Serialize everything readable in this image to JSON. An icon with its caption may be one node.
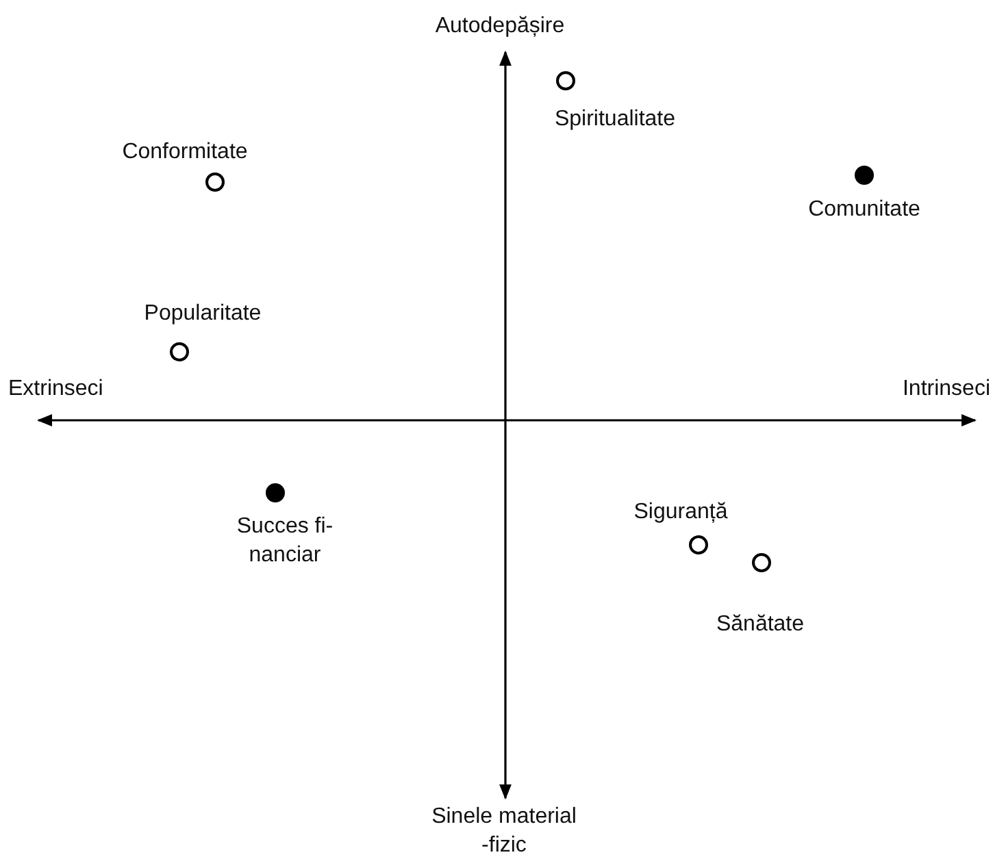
{
  "diagram": {
    "nodes": [
      {
        "text": [],
        "shape": "circle",
        "beside": [
          "Spiritualitate"
        ]
      },
      {
        "text": [],
        "shape": "circle",
        "beside": [
          "Conformitate"
        ]
      },
      {
        "text": [],
        "shape": "dot",
        "beside": [
          "Comunitate"
        ]
      },
      {
        "text": [],
        "shape": "circle",
        "beside": [
          "Popularitate"
        ]
      },
      {
        "text": [],
        "shape": "dot",
        "beside": [
          "Succes fi- nanciar"
        ]
      },
      {
        "text": [],
        "shape": "circle",
        "beside": [
          "Siguranță"
        ]
      },
      {
        "text": [],
        "shape": "circle",
        "beside": [
          "Sănătate"
        ]
      }
    ],
    "labels": [
      "Autodepășire",
      "Extrinseci",
      "Intrinseci",
      "Sinele material -fizic"
    ]
  }
}
